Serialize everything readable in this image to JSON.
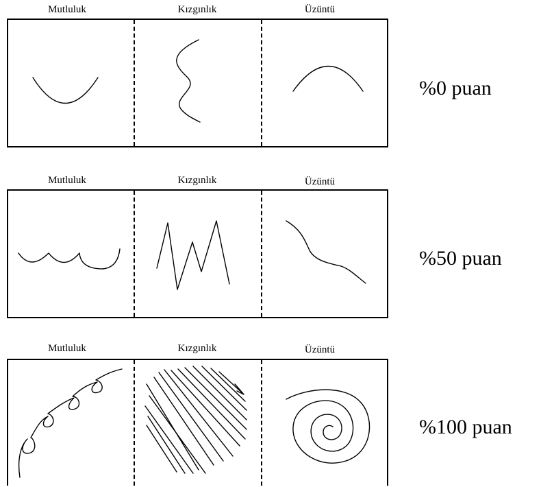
{
  "rows": [
    {
      "labels": [
        "Mutluluk",
        "Kızgınlık",
        "Üzüntü"
      ],
      "score": "%0 puan"
    },
    {
      "labels": [
        "Mutluluk",
        "Kızgınlık",
        "Üzüntü"
      ],
      "score": "%50 puan"
    },
    {
      "labels": [
        "Mutluluk",
        "Kızgınlık",
        "Üzüntü"
      ],
      "score": "%100 puan"
    }
  ],
  "icons": {
    "row1": [
      "smile-arc-drawing",
      "wavy-line-drawing",
      "frown-arc-drawing"
    ],
    "row2": [
      "scalloped-line-drawing",
      "zigzag-line-drawing",
      "descending-curve-drawing"
    ],
    "row3": [
      "looping-spiral-line-drawing",
      "dense-hatching-drawing",
      "spiral-drawing"
    ]
  }
}
